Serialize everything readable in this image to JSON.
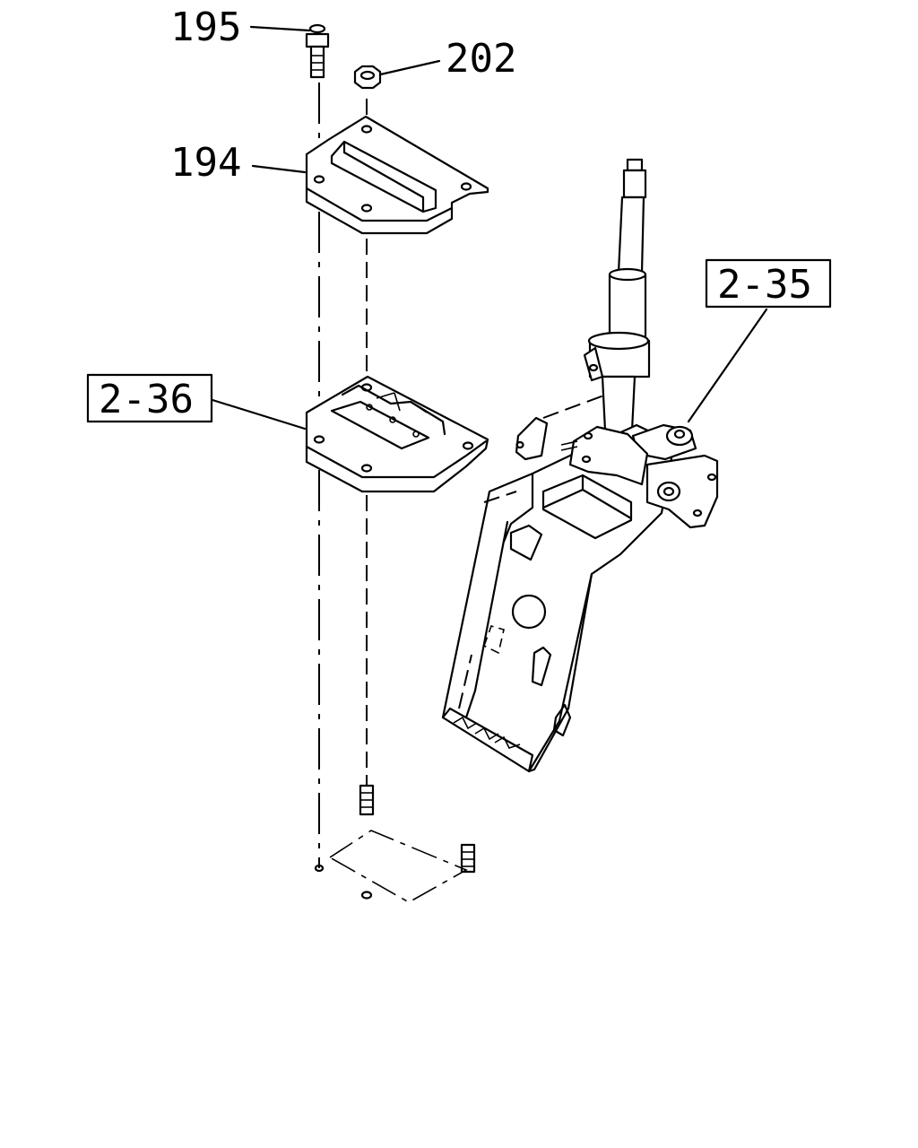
{
  "callouts": {
    "part_195": "195",
    "part_202": "202",
    "part_194": "194",
    "ref_2_35": "2-35",
    "ref_2_36": "2-36"
  }
}
